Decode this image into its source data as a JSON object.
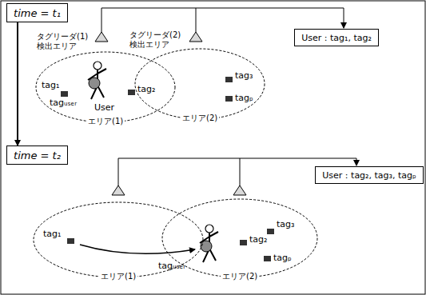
{
  "diagram": {
    "nodes": [
      {
        "text": [
          "time = t₁"
        ]
      },
      {
        "text": [
          "User : tag₁, tag₂"
        ]
      },
      {
        "text": [
          "タグリーダ(1) 検出エリア",
          "エリア(1)"
        ]
      },
      {
        "text": [
          "タグリーダ(2) 検出エリア",
          "エリア(2)"
        ]
      },
      {
        "text": [
          "time = t₂"
        ]
      },
      {
        "text": [
          "User : tag₂, tag₃, tagₚ"
        ]
      },
      {
        "text": [
          "エリア(1)"
        ]
      },
      {
        "text": [
          "エリア(2)"
        ]
      }
    ],
    "edges": [
      {
        "from": 0,
        "to": 4,
        "arrow": "to"
      }
    ],
    "labels": [
      "tag₁",
      "tag₂",
      "tagᵤₛₑᵣ",
      "User",
      "tag₃",
      "tagₚ",
      "tag₁",
      "tag₂",
      "tag₃",
      "tagₚ",
      "tagᵤₛₑᵣ"
    ]
  }
}
